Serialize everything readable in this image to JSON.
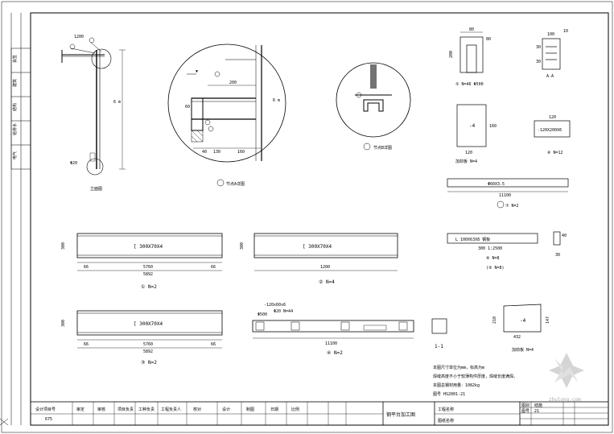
{
  "views": {
    "elevation_caption": "立面图",
    "detail_a_caption": "节点A详图",
    "detail_b_caption": "节点B详图",
    "leader_1": "①",
    "leader_2": "②",
    "leader_1_dim": "1200"
  },
  "parts": {
    "part1": {
      "label": "[ 300X70X4",
      "dim_left": "66",
      "dim_mid": "5760",
      "dim_right": "66",
      "dim_total": "5892",
      "dim_height": "300",
      "caption": "① N=2"
    },
    "part2": {
      "label": "[ 300X70X4",
      "dim_len": "1200",
      "dim_height": "300",
      "caption": "② N=4"
    },
    "part3": {
      "label": "[ 300X70X4",
      "dim_left": "66",
      "dim_mid": "5760",
      "dim_right": "66",
      "dim_total": "5892",
      "dim_height": "300",
      "caption": "③ N=2"
    },
    "part4": {
      "top_note": "-120x60x6",
      "note2": "Φ20 N=44",
      "note3": "Φ500",
      "dim_total": "11100",
      "caption": "④ N=2",
      "section_label": "1-1"
    },
    "part5": {
      "dim1": "80",
      "dim2": "80",
      "dim3": "200",
      "caption": "⑤ N=46 Φ500"
    },
    "part6": {
      "dim_w": "120",
      "dim_h": "200",
      "caption": "⑥ N=12",
      "label": "-120X200X6"
    },
    "part7": {
      "label": "Φ60X3.5",
      "dim_len": "11100",
      "caption": "⑦ N=2"
    },
    "part8": {
      "label": "L 100X63X8 钢板",
      "dim": "300 1:2500",
      "caption": "⑧ N=8",
      "caption2": "(⑨ N=8)",
      "dim_side1": "40",
      "dim_side2": "30"
    },
    "plate_a": {
      "label": "-4",
      "dim_w": "120",
      "dim_h": "160",
      "caption": "加劲板 N=4"
    },
    "plate_b": {
      "label": "-4",
      "dim_w": "432",
      "dim_h": "210",
      "dim_h2": "147",
      "caption": "加劲板 N=4"
    },
    "section_aa": {
      "dim_top": "100",
      "dim_side": "10",
      "dim_l1": "30",
      "dim_l2": "30",
      "caption": "A-A"
    }
  },
  "notes": {
    "line1": "本图尺寸单位为mm，标高为m",
    "line2": "焊缝高度不小于较薄构件厚度，焊缝长度满焊。",
    "line3": "本图总钢材用量：1082kg",
    "line4": "图号  HS2001-21"
  },
  "title_block": {
    "cell1": "设计项目号",
    "cell1b": "675",
    "cell2": "审定",
    "cell3": "审核",
    "cell4": "项目负责",
    "cell5": "工种负责",
    "cell6": "工程负责人",
    "cell7": "校对",
    "cell8": "设计",
    "cell9": "制图",
    "cell10": "日期",
    "cell11": "比例",
    "drawing_name": "钢平台加工图",
    "project": "工程名称",
    "drawing": "图纸名称",
    "right1": "图别",
    "right2": "结施",
    "right3": "图号",
    "right4": "21"
  },
  "left_strip": {
    "labels": [
      "会签",
      "建筑",
      "结构",
      "给排水",
      "电气"
    ]
  },
  "watermark": {
    "text": "zhulong.com"
  }
}
